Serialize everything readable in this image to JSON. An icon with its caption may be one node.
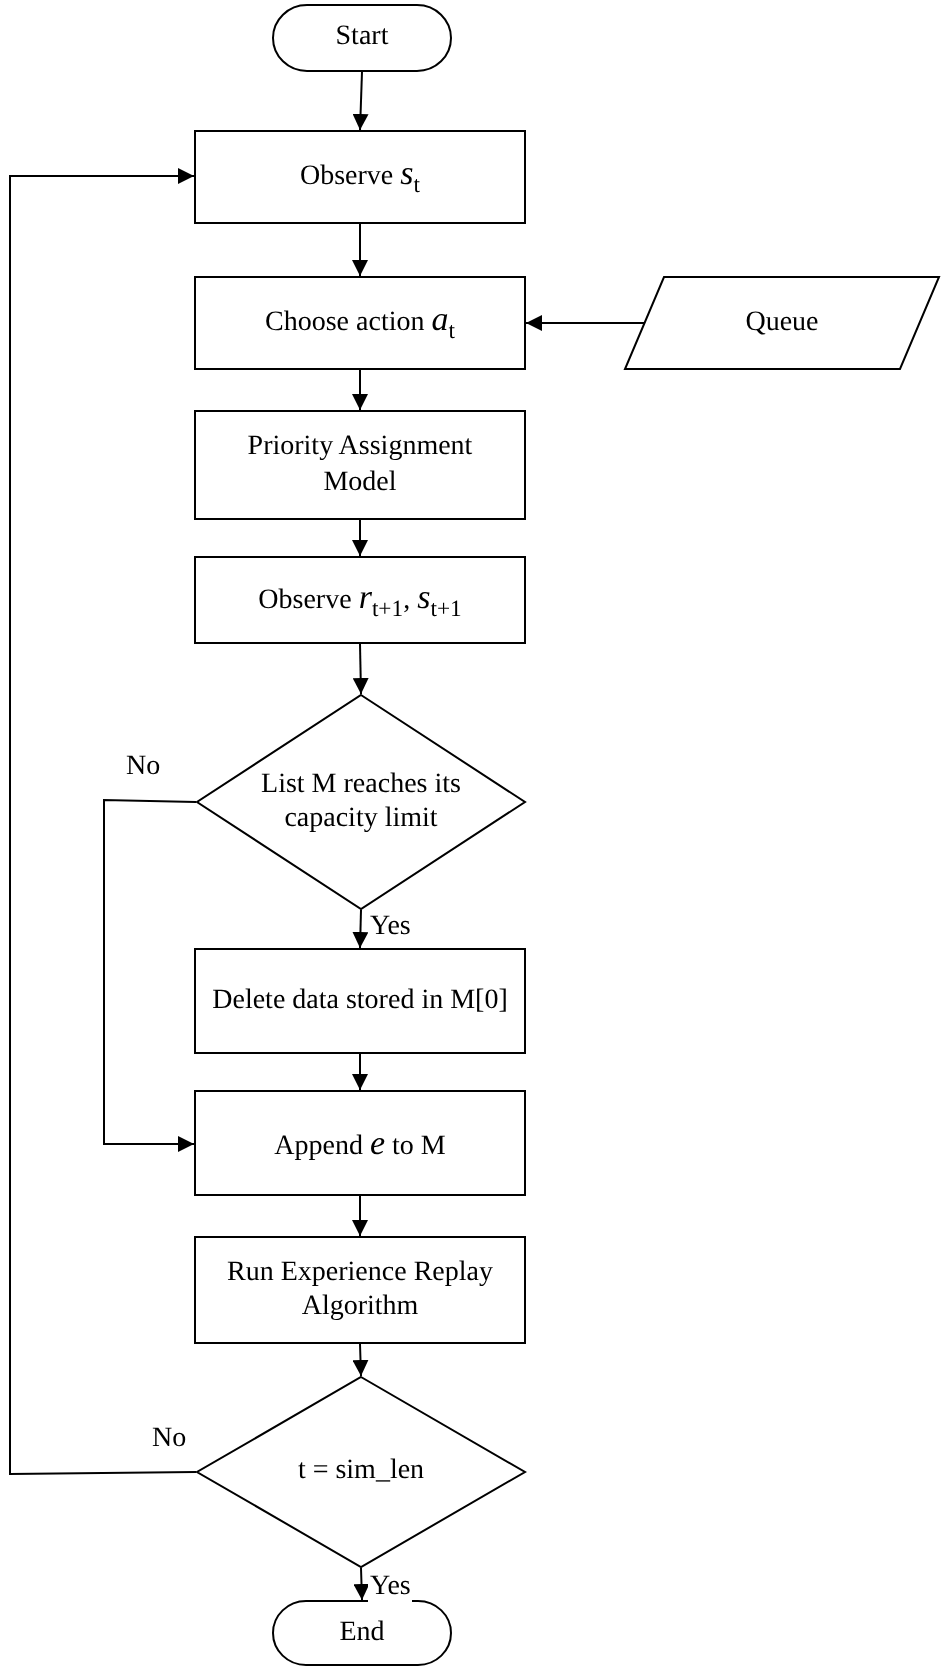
{
  "diagram": {
    "nodes": [
      {
        "text": [
          "Start"
        ]
      },
      {
        "text": [
          "Observe *s*$_{t}$"
        ]
      },
      {
        "text": [
          "Choose  action *a*$_{t}$"
        ]
      },
      {
        "text": [
          "Queue"
        ]
      },
      {
        "text": [
          "Priority Assignment Model"
        ]
      },
      {
        "text": [
          "Observe *r*$_{t+1}$, *s*$_{t+1}$"
        ]
      },
      {
        "text": [
          "List M reaches its capacity limit"
        ]
      },
      {
        "text": [
          "Delete data stored in M[0]"
        ]
      },
      {
        "text": [
          "Append *e* to M"
        ]
      },
      {
        "text": [
          "Run Experience Replay Algorithm"
        ]
      },
      {
        "text": [
          "t = sim_len"
        ]
      },
      {
        "text": [
          "End"
        ]
      }
    ],
    "edges": [
      {
        "from": 0,
        "to": 1,
        "arrow": "to"
      },
      {
        "from": 1,
        "to": 2,
        "arrow": "to"
      },
      {
        "from": 3,
        "to": 2,
        "arrow": "to"
      },
      {
        "from": 2,
        "to": 4,
        "arrow": "to"
      },
      {
        "from": 4,
        "to": 5,
        "arrow": "to"
      },
      {
        "from": 5,
        "to": 6,
        "arrow": "to"
      },
      {
        "from": 6,
        "to": 7,
        "arrow": "to",
        "label": "Yes"
      },
      {
        "from": 6,
        "to": 8,
        "arrow": "to",
        "label": "No"
      },
      {
        "from": 7,
        "to": 8,
        "arrow": "to"
      },
      {
        "from": 8,
        "to": 9,
        "arrow": "to"
      },
      {
        "from": 9,
        "to": 10,
        "arrow": "to"
      },
      {
        "from": 10,
        "to": 11,
        "arrow": "to",
        "label": "Yes"
      },
      {
        "from": 10,
        "to": 1,
        "arrow": "to",
        "label": "No"
      }
    ]
  }
}
